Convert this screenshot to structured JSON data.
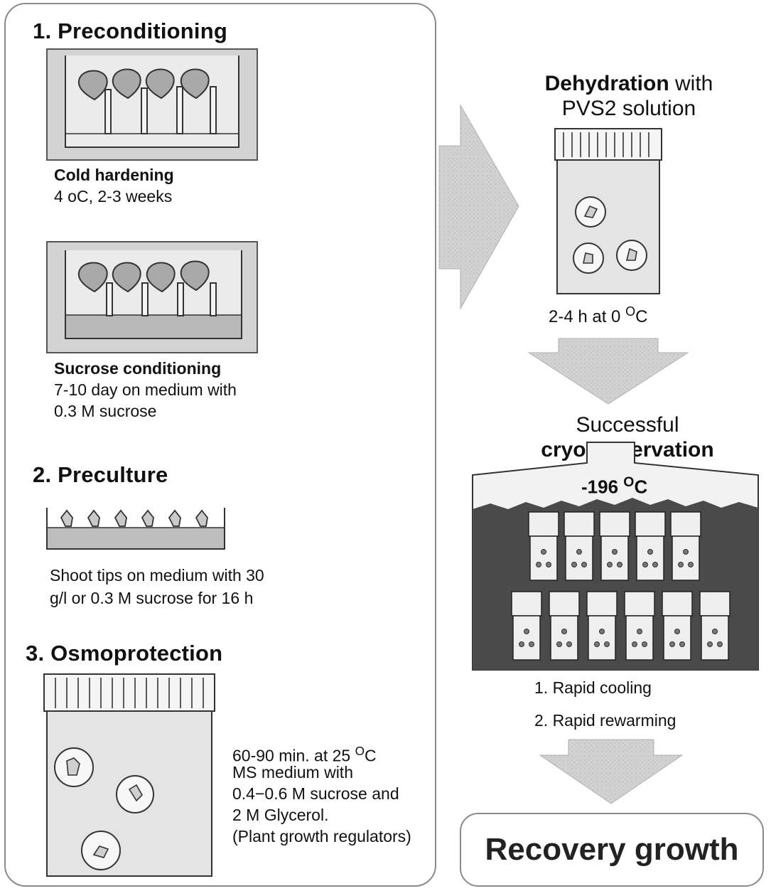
{
  "preconditioning": {
    "title": "1. Preconditioning",
    "cold_hardening_heading": "Cold hardening",
    "cold_hardening_detail": "4 oC, 2-3 weeks",
    "sucrose_heading": "Sucrose conditioning",
    "sucrose_detail_1": "7-10 day  on  medium with",
    "sucrose_detail_2": "0.3 M sucrose"
  },
  "preculture": {
    "title": "2. Preculture",
    "detail_1": "Shoot tips on medium with 30",
    "detail_2": "g/l or 0.3 M sucrose for 16 h"
  },
  "osmoprotection": {
    "title": "3. Osmoprotection",
    "line_1_prefix": "60-90 min. at 25",
    "line_1_unit_sup": "O",
    "line_1_unit": "C",
    "line_2": "MS medium with",
    "line_3": "0.4−0.6 M sucrose and",
    "line_4": "2 M Glycerol.",
    "line_5": "(Plant growth regulators)"
  },
  "dehydration": {
    "title_bold": "Dehydration",
    "title_rest": " with",
    "title_line_2": "PVS2 solution",
    "time_prefix": "2-4 h at 0",
    "time_sup": "O",
    "time_unit": "C"
  },
  "cryo": {
    "title_line_1": "Successful",
    "title_line_2": "cryopreservation",
    "temperature_prefix": "-196",
    "temperature_sup": "O",
    "temperature_unit": "C",
    "step_1": "1. Rapid cooling",
    "step_2": "2. Rapid rewarming"
  },
  "recovery": {
    "label": "Recovery growth"
  },
  "colors": {
    "panel_border": "#8a8a8a",
    "arrow_fill": "#bdbdbd",
    "tank_dark": "#4a4a4a",
    "vial_fill": "#efefef"
  }
}
